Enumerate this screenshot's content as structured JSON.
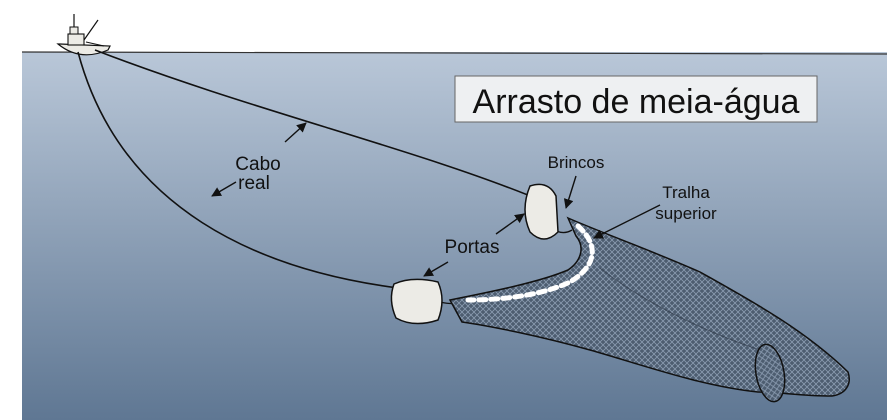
{
  "title": "Arrasto de meia-água",
  "labels": {
    "cabo_line1": "Cabo",
    "cabo_line2": "real",
    "brincos": "Brincos",
    "tralha_line1": "Tralha",
    "tralha_line2": "superior",
    "portas": "Portas"
  },
  "colors": {
    "water_top": "#b9c7d8",
    "water_bottom": "#5f7793",
    "net_fill": "#4d5d70",
    "net_mesh": "#8a9bb0",
    "door_fill": "#ecebe6",
    "line": "#111111",
    "floats": "#ffffff"
  },
  "icons": {
    "boat": "fishing-boat-icon"
  }
}
